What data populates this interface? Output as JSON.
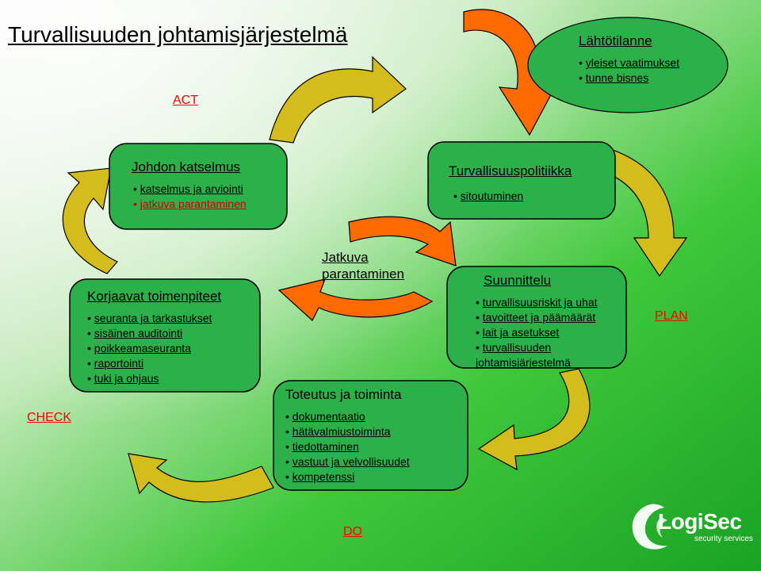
{
  "title": "Turvallisuuden johtamisjärjestelmä",
  "cycle": {
    "act": "ACT",
    "plan": "PLAN",
    "check": "CHECK",
    "do": "DO"
  },
  "lahtotilanne": {
    "heading": "Lähtötilanne",
    "items": [
      "yleiset vaatimukset",
      "tunne bisnes"
    ]
  },
  "johdon_katselmus": {
    "heading": "Johdon katselmus",
    "items": [
      "katselmus ja arviointi",
      "jatkuva parantaminen"
    ]
  },
  "turvallisuuspolitiikka": {
    "heading": "Turvallisuuspolitiikka",
    "items": [
      "sitoutuminen"
    ]
  },
  "korjaavat": {
    "heading": "Korjaavat toimenpiteet",
    "items": [
      "seuranta ja tarkastukset",
      "sisäinen auditointi",
      "poikkeamaseuranta",
      "raportointi",
      "tuki ja ohjaus"
    ]
  },
  "center": {
    "line1": "Jatkuva",
    "line2": "parantaminen"
  },
  "suunnittelu": {
    "heading": "Suunnittelu",
    "items": [
      "turvallisuusriskit ja uhat",
      "tavoitteet ja päämäärät",
      "lait ja asetukset",
      "turvallisuuden"
    ],
    "item_cont": "johtamisjärjestelmä"
  },
  "toteutus": {
    "heading": "Toteutus ja toiminta",
    "items": [
      "dokumentaatio",
      "hätävalmiustoiminta",
      "tiedottaminen",
      "vastuut ja velvollisuudet",
      "kompetenssi"
    ]
  },
  "logo": {
    "name_part1": "Logi",
    "name_part2": "Sec",
    "tagline": "security services"
  },
  "colors": {
    "accent_red": "#ff0000",
    "johdon_text_2": "#cc0000",
    "green_box_fill": "#2bb04a",
    "arrow_yellow": "#d4bc1c",
    "arrow_orange": "#ff6a00"
  }
}
